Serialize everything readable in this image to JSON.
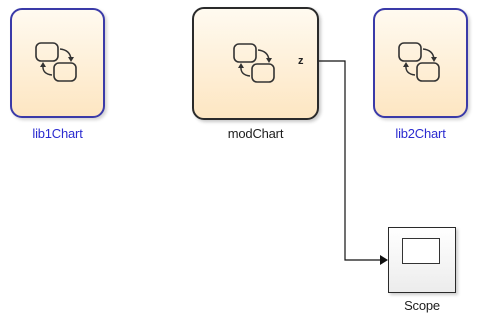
{
  "blocks": {
    "lib1": {
      "label": "lib1Chart",
      "icon": "stateflow-chart-icon"
    },
    "mod": {
      "label": "modChart",
      "icon": "stateflow-chart-icon",
      "output_port": "z"
    },
    "lib2": {
      "label": "lib2Chart",
      "icon": "stateflow-chart-icon"
    },
    "scope": {
      "label": "Scope",
      "icon": "scope-display-icon"
    }
  },
  "colors": {
    "library_border": "#3a3aa8",
    "library_label": "#2b2bd0",
    "model_border": "#2a2a2a",
    "block_fill_top": "#fffaf0",
    "block_fill_bottom": "#fde6c2"
  }
}
